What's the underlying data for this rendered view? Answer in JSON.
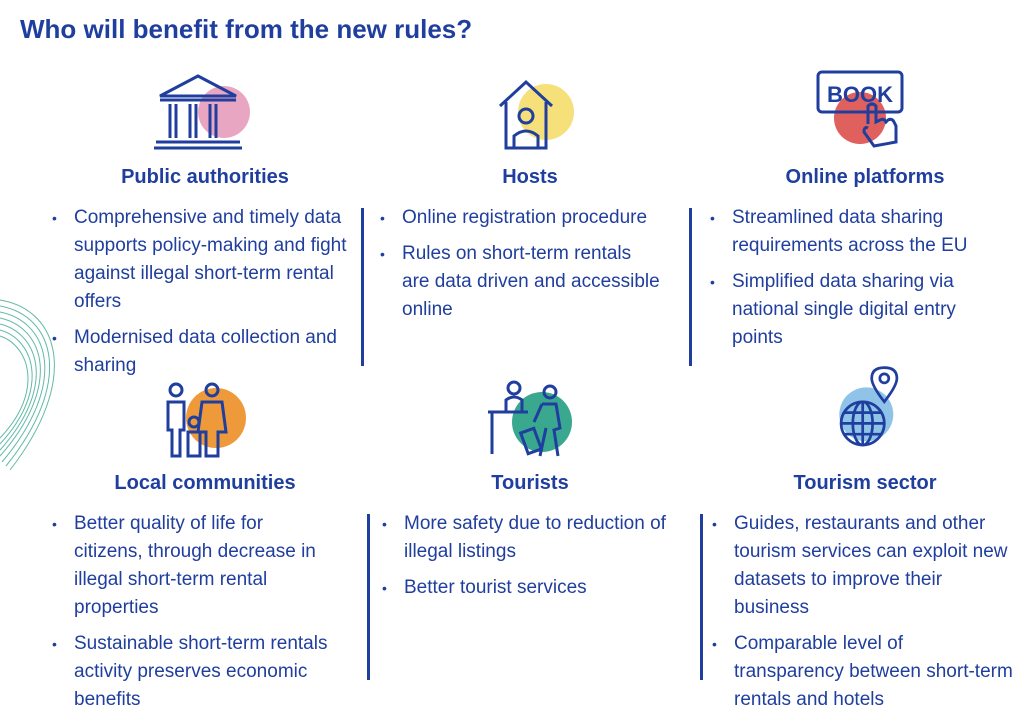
{
  "title": "Who will benefit from the new rules?",
  "colors": {
    "navy": "#1f3e9e",
    "pink": "#e9a6c2",
    "yellow": "#f6e07a",
    "red": "#e0605e",
    "orange": "#ee9a3a",
    "teal": "#3aa88f",
    "lightblue": "#8fc3e8"
  },
  "groups": [
    {
      "heading": "Public authorities",
      "icon": "government-building-icon",
      "items": [
        "Comprehensive and timely data supports policy-making and fight against illegal short-term rental offers",
        "Modernised data collection and sharing"
      ]
    },
    {
      "heading": "Hosts",
      "icon": "house-host-icon",
      "items": [
        "Online registration procedure",
        "Rules on short-term rentals are data driven and accessible online"
      ]
    },
    {
      "heading": "Online platforms",
      "icon": "book-button-icon",
      "items": [
        "Streamlined data sharing requirements across the EU",
        "Simplified data sharing via national single digital entry points"
      ]
    },
    {
      "heading": "Local communities",
      "icon": "family-icon",
      "items": [
        "Better quality of life for citizens, through decrease in illegal short-term rental properties",
        "Sustainable short-term rentals activity preserves economic benefits"
      ]
    },
    {
      "heading": "Tourists",
      "icon": "tourist-with-luggage-icon",
      "items": [
        "More safety due to reduction of illegal listings",
        "Better tourist services"
      ]
    },
    {
      "heading": "Tourism sector",
      "icon": "globe-location-pin-icon",
      "items": [
        "Guides, restaurants and other tourism services can exploit new datasets to improve their business",
        "Comparable level of transparency between short-term rentals and hotels"
      ]
    }
  ]
}
